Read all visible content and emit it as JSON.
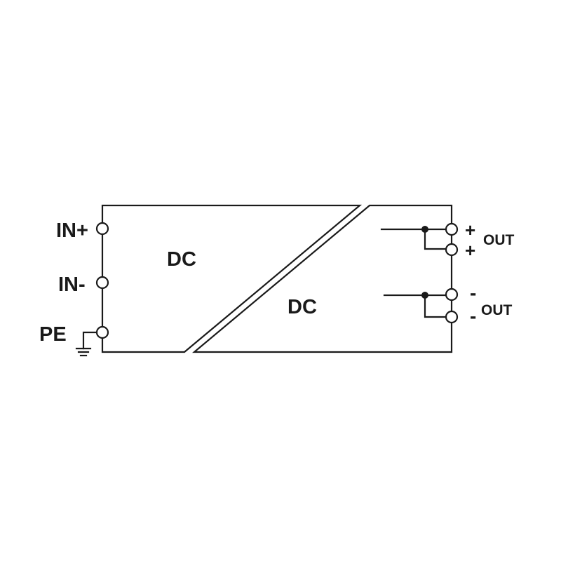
{
  "diagram": {
    "title": "DC/DC converter block diagram",
    "line_color": "#1a1a1a",
    "background": "#ffffff",
    "blocks": {
      "input_side_label": "DC",
      "output_side_label": "DC"
    },
    "input_terminals": [
      {
        "id": "in-plus",
        "label": "IN+"
      },
      {
        "id": "in-minus",
        "label": "IN-"
      },
      {
        "id": "pe",
        "label": "PE",
        "ground_symbol": true
      }
    ],
    "output_terminals": [
      {
        "id": "out-plus-1",
        "sign": "+"
      },
      {
        "id": "out-plus-2",
        "sign": "+"
      },
      {
        "id": "out-minus-1",
        "sign": "-"
      },
      {
        "id": "out-minus-2",
        "sign": "-"
      }
    ],
    "output_group_labels": {
      "positive": "OUT",
      "negative": "OUT"
    }
  }
}
